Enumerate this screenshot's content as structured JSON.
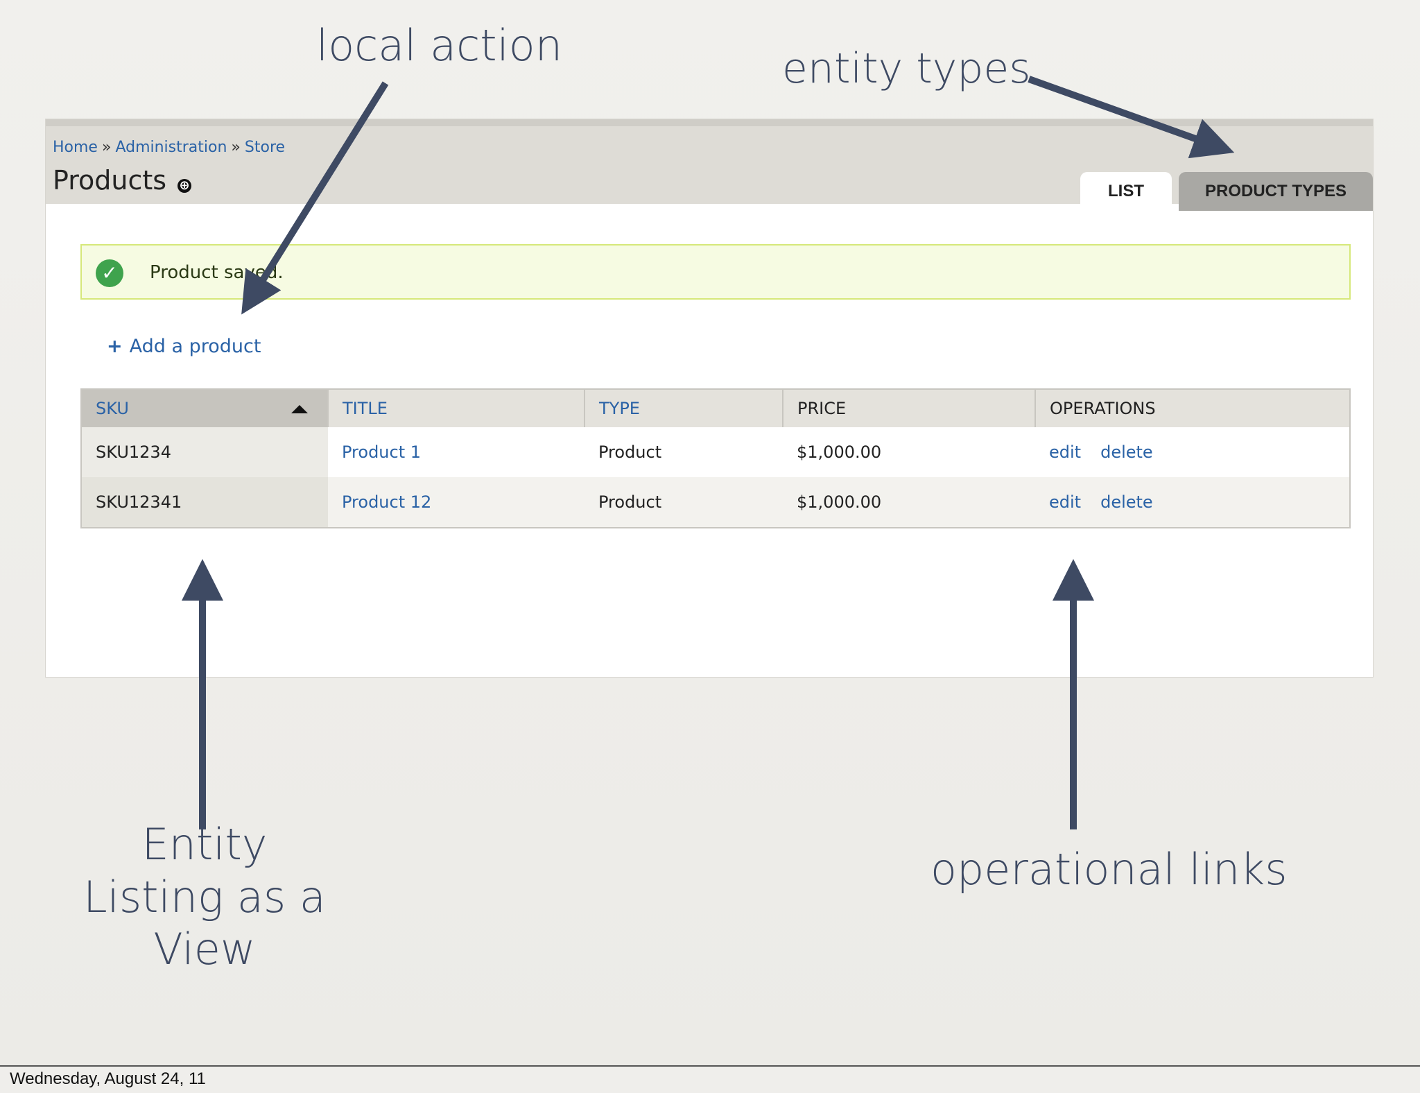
{
  "annotations": {
    "local_action": "local action",
    "entity_types": "entity types",
    "listing_line1": "Entity",
    "listing_line2": "Listing as a View",
    "operational_links": "operational links"
  },
  "breadcrumb": [
    "Home",
    "Administration",
    "Store"
  ],
  "breadcrumb_sep": "»",
  "page": {
    "title": "Products",
    "shortcut_icon": "⊕"
  },
  "tabs": [
    {
      "label": "LIST",
      "active": true
    },
    {
      "label": "PRODUCT TYPES",
      "active": false
    }
  ],
  "status": {
    "message": "Product saved."
  },
  "local_action": {
    "label": "Add a product",
    "icon": "+"
  },
  "table": {
    "columns": [
      "SKU",
      "TITLE",
      "TYPE",
      "PRICE",
      "OPERATIONS"
    ],
    "rows": [
      {
        "sku": "SKU1234",
        "title": "Product 1",
        "type": "Product",
        "price": "$1,000.00",
        "ops": [
          "edit",
          "delete"
        ]
      },
      {
        "sku": "SKU12341",
        "title": "Product 12",
        "type": "Product",
        "price": "$1,000.00",
        "ops": [
          "edit",
          "delete"
        ]
      }
    ]
  },
  "footer": {
    "date": "Wednesday, August 24, 11"
  },
  "colors": {
    "annotation": "#3e4a63",
    "link": "#2a62a6",
    "status_bg": "#f6fbe2",
    "status_border": "#d6e87a"
  }
}
